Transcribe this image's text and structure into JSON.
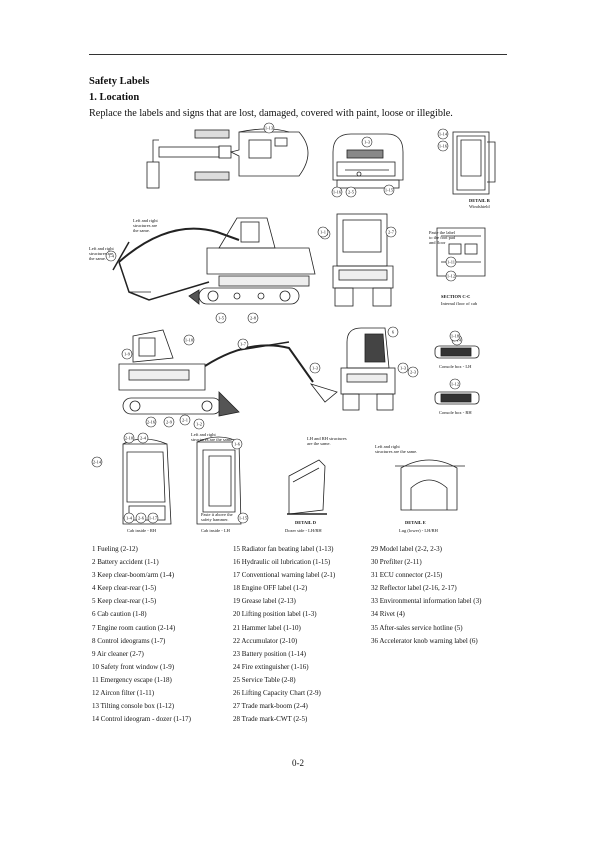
{
  "header": {
    "section_title": "Safety Labels",
    "subsection_title": "1. Location",
    "intro": "Replace the labels and signs that are lost, damaged, covered with paint, loose or illegible."
  },
  "figure": {
    "detail_b_title": "DETAIL B",
    "detail_b_caption": "Windshield",
    "note_left_1": "Left and right",
    "note_left_2": "structures are",
    "note_left_3": "the same.",
    "note_left_b1": "Left and right",
    "note_left_b2": "structures are",
    "note_left_b3": "the same.",
    "note_paste_1": "Paste the label",
    "note_paste_2": "to the foot pad",
    "note_paste_3": "and floor",
    "section_cc_title": "SECTION C-C",
    "section_cc_caption": "Internal floor of cab",
    "console_lh": "Console box - LH",
    "console_rh": "Console box - RH",
    "cab_note_1": "Left and right",
    "cab_note_2": "structures are the same",
    "paste_above_1": "Paste it above the",
    "paste_above_2": "safety hammer.",
    "cab_inside_rh": "Cab inside - RH",
    "cab_inside_lh": "Cab inside - LH",
    "detail_d_note_1": "LH and RH structures",
    "detail_d_note_2": "are the same.",
    "detail_d_title": "DETAIL D",
    "detail_d_caption": "Dozer side - LH/RH",
    "detail_e_note_1": "Left and right",
    "detail_e_note_2": "structures are the same.",
    "detail_e_title": "DETAIL E",
    "detail_e_caption": "Lug (lower) - LH/RH",
    "callouts": {
      "c1": "1-13",
      "c2": "1-3",
      "c3": "1-14",
      "c4": "1-16",
      "c5": "2-5",
      "c6": "1-15",
      "c7": "1-4",
      "c8": "1-8",
      "c9": "2-7",
      "c10": "1-16",
      "c11": "1-11",
      "c12": "1-12",
      "c13": "1-5",
      "c14": "2-8",
      "c15": "1-1",
      "c16": "1-14",
      "c17": "1-18",
      "c18": "1-12",
      "c19": "1-9",
      "c20": "1-10",
      "c21": "1-7",
      "c22": "1-3",
      "c23": "1-3",
      "c24": "2-3",
      "c25": "2-16",
      "c26": "2-9",
      "c27": "2-1",
      "c28": "1-2",
      "c29": "2-10",
      "c30": "2-4",
      "c31": "1-4",
      "c32": "2-6",
      "c33": "1-17",
      "c34": "1-15",
      "c35": "2-14",
      "c36": "6",
      "c37": "1-6"
    }
  },
  "legend": {
    "col1": [
      "1 Fueling (2-12)",
      "2 Battery accident (1-1)",
      "3 Keep clear-boom/arm (1-4)",
      "4 Keep clear-rear (1-5)",
      "5 Keep clear-rear (1-5)",
      "6 Cab caution (1-8)",
      "7 Engine room caution (2-14)",
      "8 Control ideograms (1-7)",
      "9 Air cleaner (2-7)",
      "10 Safety front window (1-9)",
      "11 Emergency escape (1-18)",
      "12 Aircon filter (1-11)",
      "13 Tilting console box (1-12)",
      "14 Control ideogram - dozer (1-17)"
    ],
    "col2": [
      "15 Radiator fan beating label (1-13)",
      "16 Hydraulic oil lubrication (1-15)",
      "17 Conventional warning label (2-1)",
      "18 Engine OFF label (1-2)",
      "19 Grease label (2-13)",
      "20 Lifting position label (1-3)",
      "21 Hammer label (1-10)",
      "22 Accumulator (2-10)",
      "23 Battery position (1-14)",
      "24 Fire extinguisher (1-16)",
      "25 Service Table (2-8)",
      "26 Lifting Capacity Chart (2-9)",
      "27 Trade mark-boom (2-4)",
      "28 Trade mark-CWT (2-5)"
    ],
    "col3": [
      "29 Model label (2-2, 2-3)",
      "30 Prefilter (2-11)",
      "31 ECU connector (2-15)",
      "32 Reflector label (2-16, 2-17)",
      "33 Environmental information label (3)",
      "34 Rivet (4)",
      "35 After-sales service hotline (5)",
      "36 Accelerator knob warning label (6)"
    ]
  },
  "page_number": "0-2"
}
